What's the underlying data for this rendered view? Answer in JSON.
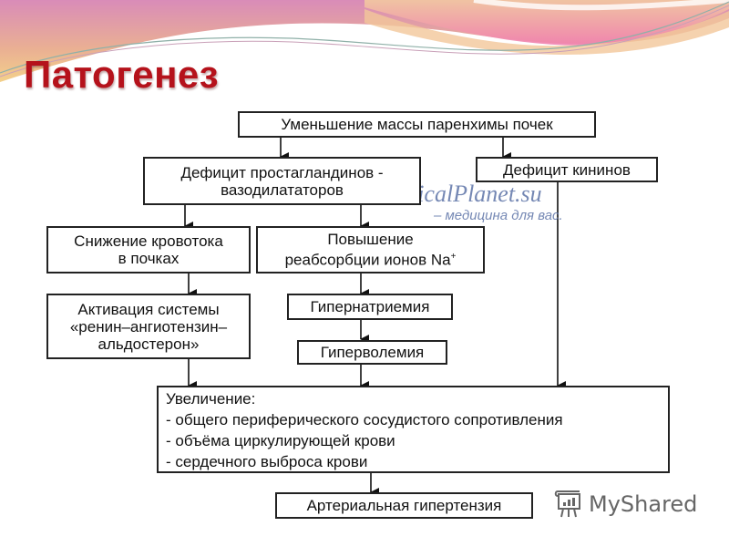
{
  "slide": {
    "title": "Патогенез",
    "title_color": "#b5121b"
  },
  "diagram": {
    "nodes": {
      "n1": {
        "lines": [
          "Уменьшение массы паренхимы почек"
        ]
      },
      "n2": {
        "lines": [
          "Дефицит простагландинов -",
          "вазодилататоров"
        ]
      },
      "n3": {
        "lines": [
          "Дефицит кининов"
        ]
      },
      "n4": {
        "lines": [
          "Снижение кровотока",
          "в почках"
        ]
      },
      "n5": {
        "lines": [
          "Повышение",
          "реабсорбции ионов Na"
        ],
        "superscript": "+"
      },
      "n6": {
        "lines": [
          "Активация системы",
          "«ренин–ангиотензин–",
          "альдостерон»"
        ]
      },
      "n7": {
        "lines": [
          "Гипернатриемия"
        ]
      },
      "n8": {
        "lines": [
          "Гиперволемия"
        ]
      },
      "n9": {
        "lines": [
          "Увеличение:",
          "- общего периферического сосудистого сопротивления",
          "- объёма циркулирующей крови",
          "- сердечного выброса крови"
        ]
      },
      "n10": {
        "lines": [
          "Артериальная гипертензия"
        ]
      }
    },
    "edges": [
      {
        "from": "n1",
        "to": "n2"
      },
      {
        "from": "n1",
        "to": "n3"
      },
      {
        "from": "n2",
        "to": "n4"
      },
      {
        "from": "n2",
        "to": "n5"
      },
      {
        "from": "n4",
        "to": "n6"
      },
      {
        "from": "n5",
        "to": "n7"
      },
      {
        "from": "n7",
        "to": "n8"
      },
      {
        "from": "n6",
        "to": "n9"
      },
      {
        "from": "n8",
        "to": "n9"
      },
      {
        "from": "n3",
        "to": "n9"
      },
      {
        "from": "n9",
        "to": "n10"
      }
    ]
  },
  "watermarks": {
    "medicalplanet_main": "MedicalPlanet.su",
    "medicalplanet_sub": "– медицина для вас.",
    "myshared": "MyShared"
  },
  "colors": {
    "watermark_blue": "#5e74a8",
    "box_border": "#222222"
  }
}
